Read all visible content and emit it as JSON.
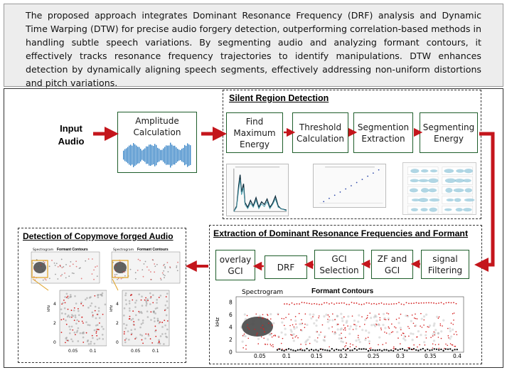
{
  "abstract": {
    "text": "The proposed approach integrates Dominant Resonance Frequency (DRF) analysis and Dynamic Time Warping (DTW) for precise audio forgery detection, outperforming correlation-based methods in handling subtle speech variations. By segmenting audio and analyzing formant contours, it effectively tracks resonance frequency trajectories to identify manipulations. DTW enhances detection by dynamically aligning speech segments, effectively addressing non-uniform distortions and pitch variations."
  },
  "input": {
    "label": "Input Audio"
  },
  "amplitude": {
    "label": "Amplitude Calculation"
  },
  "silent_region": {
    "title": "Silent Region Detection",
    "steps": [
      "Find Maximum Energy",
      "Threshold Calculation",
      "Segmention Extraction",
      "Segmenting Energy"
    ]
  },
  "extraction": {
    "title": "Extraction of Dominant Resonance Frequencies and Formant",
    "steps": [
      "signal Filtering",
      "ZF and GCI",
      "GCI Selection",
      "DRF",
      "overlay GCI"
    ],
    "plot": {
      "left_title": "Spectrogram",
      "title": "Formant Contours",
      "ylabel": "kHz",
      "yticks": [
        "8",
        "6",
        "4",
        "2",
        "0"
      ],
      "xticks": [
        "0.05",
        "0.1",
        "0.15",
        "0.2",
        "0.25",
        "0.3",
        "0.35",
        "0.4"
      ]
    }
  },
  "detection": {
    "title": "Detection of Copymove forged Audio",
    "mini_left_title": "Spectrogram",
    "mini_title": "Formant Contours",
    "zoom_ylabel": "kHz",
    "zoom_yticks": [
      "4",
      "2",
      "0"
    ],
    "zoom_xticks": [
      "0.05",
      "0.1"
    ]
  },
  "colors": {
    "arrow": "#c4161c",
    "box_border": "#1f5e2b",
    "waveform": "#3a86c8",
    "contour": "#d42020",
    "highlight": "#e0a020"
  }
}
